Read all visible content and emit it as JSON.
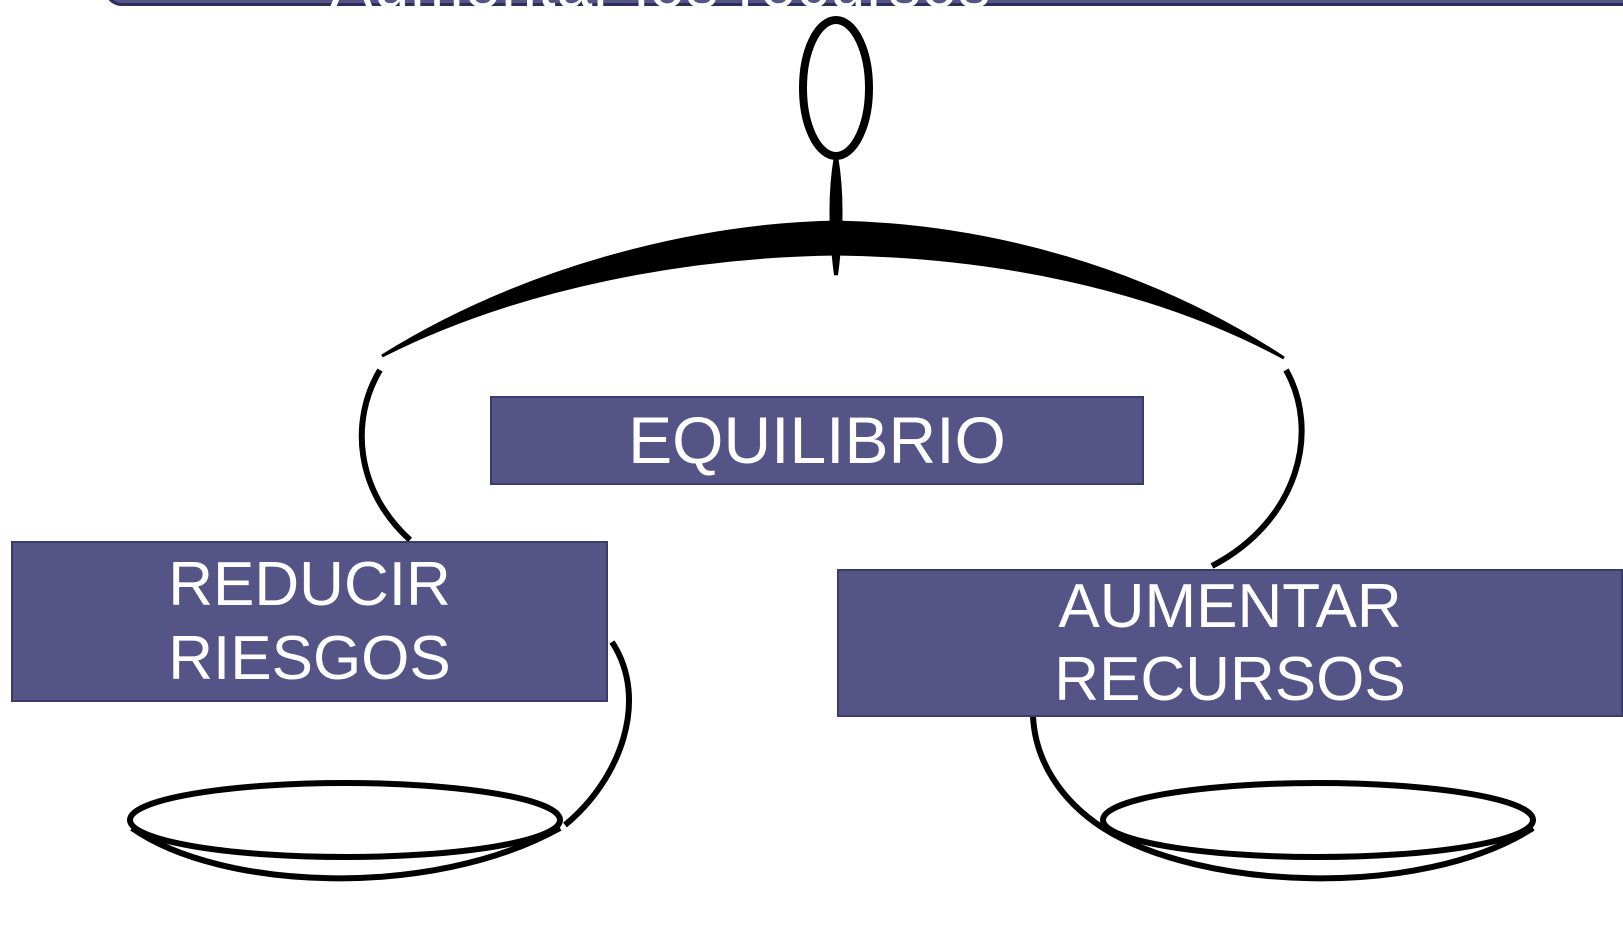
{
  "header": {
    "title": "Aumentar los recursos"
  },
  "diagram": {
    "center_label": "EQUILIBRIO",
    "left_label_line1": "REDUCIR",
    "left_label_line2": "RIESGOS",
    "right_label_line1": "AUMENTAR",
    "right_label_line2": "RECURSOS"
  },
  "colors": {
    "box_fill": "#545487",
    "box_text": "#ffffff",
    "scale_stroke": "#000000"
  },
  "icons": {
    "scale": "balance-scale-icon"
  }
}
